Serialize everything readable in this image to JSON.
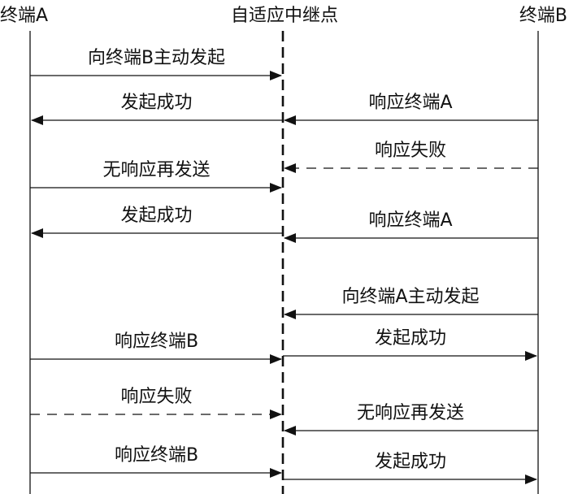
{
  "participants": {
    "a": "终端A",
    "relay": "自适应中继点",
    "b": "终端B"
  },
  "messages": [
    {
      "from": "a",
      "to": "relay",
      "label": "向终端B主动发起",
      "style": "solid"
    },
    {
      "from": "relay",
      "to": "a",
      "label": "发起成功",
      "style": "solid"
    },
    {
      "from": "b",
      "to": "relay",
      "label": "响应终端A",
      "style": "solid"
    },
    {
      "from": "b",
      "to": "relay",
      "label": "响应失败",
      "style": "dashed"
    },
    {
      "from": "a",
      "to": "relay",
      "label": "无响应再发送",
      "style": "solid"
    },
    {
      "from": "relay",
      "to": "a",
      "label": "发起成功",
      "style": "solid"
    },
    {
      "from": "b",
      "to": "relay",
      "label": "响应终端A",
      "style": "solid"
    },
    {
      "from": "b",
      "to": "relay",
      "label": "向终端A主动发起",
      "style": "solid"
    },
    {
      "from": "a",
      "to": "relay",
      "label": "响应终端B",
      "style": "solid"
    },
    {
      "from": "relay",
      "to": "b",
      "label": "发起成功",
      "style": "solid"
    },
    {
      "from": "a",
      "to": "relay",
      "label": "响应失败",
      "style": "dashed"
    },
    {
      "from": "b",
      "to": "relay",
      "label": "无响应再发送",
      "style": "solid"
    },
    {
      "from": "a",
      "to": "relay",
      "label": "响应终端B",
      "style": "solid"
    },
    {
      "from": "relay",
      "to": "b",
      "label": "发起成功",
      "style": "solid"
    }
  ]
}
